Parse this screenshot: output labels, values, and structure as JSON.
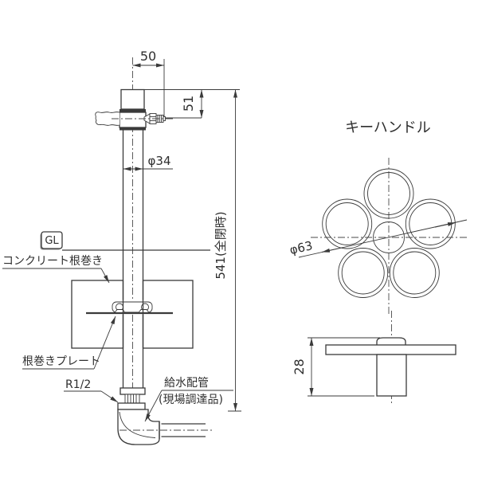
{
  "page": {
    "background": "#ffffff",
    "line_color": "#3a3a3a"
  },
  "main_view": {
    "dim_top_width": "50",
    "dim_outlet_height": "51",
    "dim_post_diameter": "φ34",
    "dim_total_height": "541(全閉時)",
    "label_gl": "GL",
    "label_concrete_base": "コンクリート根巻き",
    "label_base_plate": "根巻きプレート",
    "label_thread": "R1/2",
    "label_supply_pipe": "給水配管",
    "label_supply_pipe_note": "(現場調達品)"
  },
  "handle_view": {
    "title": "キーハンドル",
    "dim_diameter": "φ63",
    "dim_height": "28"
  }
}
